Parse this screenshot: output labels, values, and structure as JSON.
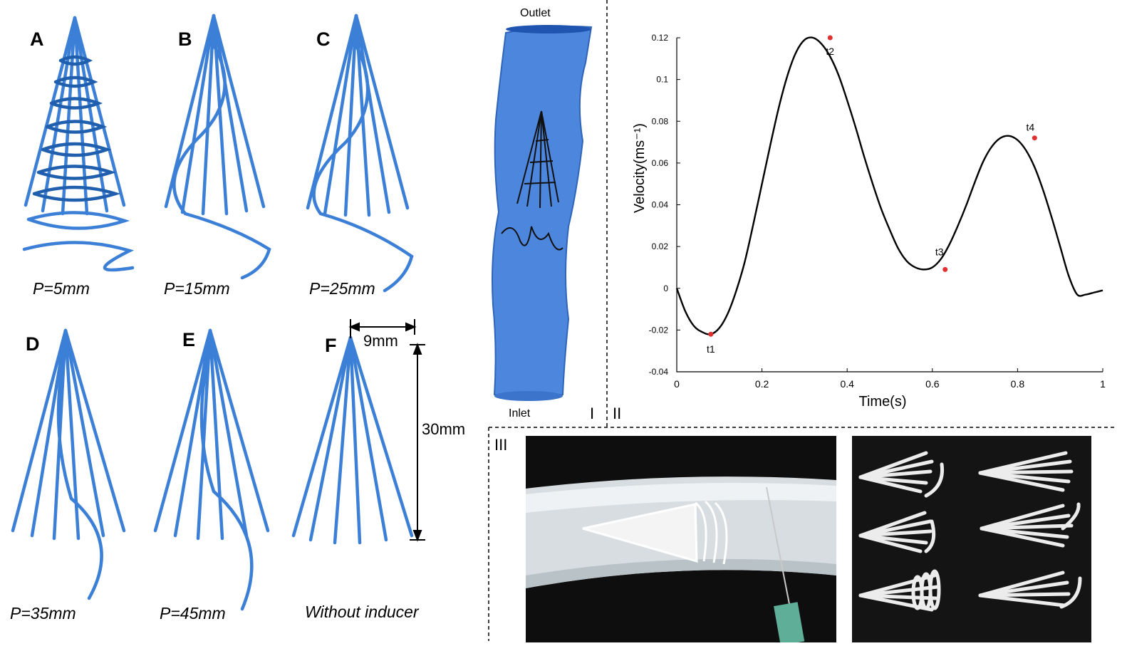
{
  "panels": [
    {
      "letter": "A",
      "caption": "P=5mm"
    },
    {
      "letter": "B",
      "caption": "P=15mm"
    },
    {
      "letter": "C",
      "caption": "P=25mm"
    },
    {
      "letter": "D",
      "caption": "P=35mm"
    },
    {
      "letter": "E",
      "caption": "P=45mm"
    },
    {
      "letter": "F",
      "caption": "Without inducer"
    }
  ],
  "dimensions": {
    "width": "9mm",
    "height": "30mm"
  },
  "vessel": {
    "outlet": "Outlet",
    "inlet": "Inlet"
  },
  "sections": {
    "I": "I",
    "II": "II",
    "III": "III"
  },
  "colors": {
    "wire": "#3b7fd6",
    "vessel": "#4d86dd",
    "curve": "#000000",
    "marker": "#e03030"
  },
  "chart_data": {
    "type": "line",
    "xlabel": "Time(s)",
    "ylabel": "Velocity(ms⁻¹)",
    "xlim": [
      0,
      1
    ],
    "ylim": [
      -0.04,
      0.12
    ],
    "xticks": [
      "0",
      "0.2",
      "0.4",
      "0.6",
      "0.8",
      "1"
    ],
    "yticks": [
      "-0.04",
      "-0.02",
      "0",
      "0.02",
      "0.04",
      "0.06",
      "0.08",
      "0.1",
      "0.12"
    ],
    "x": [
      0,
      0.02,
      0.04,
      0.06,
      0.08,
      0.1,
      0.12,
      0.14,
      0.16,
      0.18,
      0.2,
      0.22,
      0.24,
      0.26,
      0.28,
      0.3,
      0.32,
      0.34,
      0.36,
      0.38,
      0.4,
      0.42,
      0.44,
      0.46,
      0.48,
      0.5,
      0.52,
      0.54,
      0.56,
      0.58,
      0.6,
      0.62,
      0.64,
      0.66,
      0.68,
      0.7,
      0.72,
      0.74,
      0.76,
      0.78,
      0.8,
      0.82,
      0.84,
      0.86,
      0.88,
      0.9,
      0.92,
      0.94,
      0.96,
      0.98,
      1.0
    ],
    "y": [
      0,
      -0.011,
      -0.018,
      -0.021,
      -0.022,
      -0.019,
      -0.012,
      -0.001,
      0.013,
      0.031,
      0.05,
      0.069,
      0.087,
      0.102,
      0.113,
      0.119,
      0.12,
      0.117,
      0.111,
      0.102,
      0.09,
      0.077,
      0.063,
      0.05,
      0.038,
      0.028,
      0.019,
      0.013,
      0.01,
      0.009,
      0.01,
      0.014,
      0.021,
      0.03,
      0.04,
      0.051,
      0.061,
      0.068,
      0.072,
      0.073,
      0.071,
      0.066,
      0.058,
      0.047,
      0.034,
      0.02,
      0.006,
      -0.003,
      -0.003,
      -0.002,
      -0.001
    ],
    "points": [
      {
        "label": "t1",
        "x": 0.08,
        "y": -0.022
      },
      {
        "label": "t2",
        "x": 0.36,
        "y": 0.12
      },
      {
        "label": "t3",
        "x": 0.63,
        "y": 0.009
      },
      {
        "label": "t4",
        "x": 0.84,
        "y": 0.072
      }
    ]
  }
}
